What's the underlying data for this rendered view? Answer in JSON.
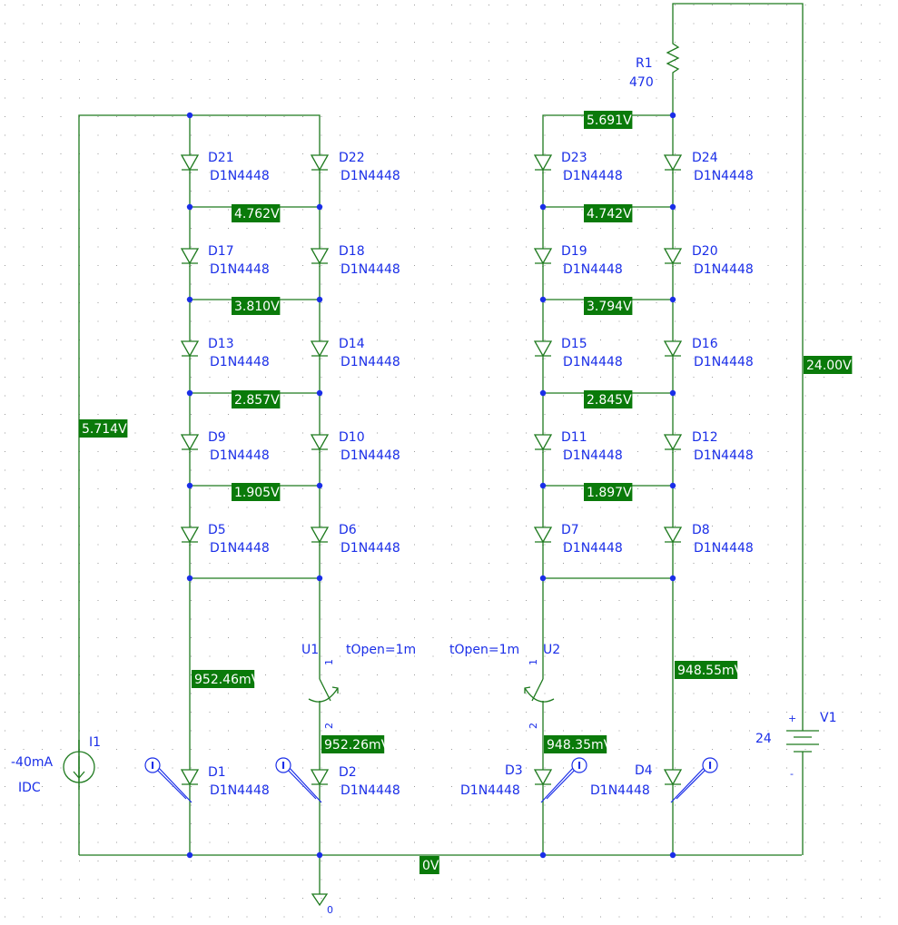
{
  "colors": {
    "wire": "#1e7a1e",
    "label": "#1a2ee8",
    "voltage_bg": "#0a7a0a",
    "dot": "#1a2ee8",
    "grid_dot": "#9a9a9a"
  },
  "diodes": [
    {
      "name": "D21",
      "model": "D1N4448"
    },
    {
      "name": "D22",
      "model": "D1N4448"
    },
    {
      "name": "D17",
      "model": "D1N4448"
    },
    {
      "name": "D18",
      "model": "D1N4448"
    },
    {
      "name": "D13",
      "model": "D1N4448"
    },
    {
      "name": "D14",
      "model": "D1N4448"
    },
    {
      "name": "D9",
      "model": "D1N4448"
    },
    {
      "name": "D10",
      "model": "D1N4448"
    },
    {
      "name": "D5",
      "model": "D1N4448"
    },
    {
      "name": "D6",
      "model": "D1N4448"
    },
    {
      "name": "D23",
      "model": "D1N4448"
    },
    {
      "name": "D24",
      "model": "D1N4448"
    },
    {
      "name": "D19",
      "model": "D1N4448"
    },
    {
      "name": "D20",
      "model": "D1N4448"
    },
    {
      "name": "D15",
      "model": "D1N4448"
    },
    {
      "name": "D16",
      "model": "D1N4448"
    },
    {
      "name": "D11",
      "model": "D1N4448"
    },
    {
      "name": "D12",
      "model": "D1N4448"
    },
    {
      "name": "D7",
      "model": "D1N4448"
    },
    {
      "name": "D8",
      "model": "D1N4448"
    },
    {
      "name": "D1",
      "model": "D1N4448"
    },
    {
      "name": "D2",
      "model": "D1N4448"
    },
    {
      "name": "D3",
      "model": "D1N4448"
    },
    {
      "name": "D4",
      "model": "D1N4448"
    }
  ],
  "voltages": [
    "4.762V",
    "3.810V",
    "2.857V",
    "1.905V",
    "5.691V",
    "4.742V",
    "3.794V",
    "2.845V",
    "1.897V",
    "5.714V",
    "24.00V",
    "952.46mV",
    "952.26mV",
    "948.35mV",
    "948.55mV",
    "0V"
  ],
  "components": {
    "r1": {
      "name": "R1",
      "value": "470"
    },
    "i1": {
      "name": "I1",
      "value": "-40mA",
      "type": "IDC"
    },
    "v1": {
      "name": "V1",
      "value": "24",
      "plus": "+",
      "minus": "-"
    },
    "u1": {
      "name": "U1",
      "param": "tOpen=1m",
      "pin1": "1",
      "pin2": "2"
    },
    "u2": {
      "name": "U2",
      "param": "tOpen=1m",
      "pin1": "1",
      "pin2": "2"
    },
    "ground": {
      "label": "0"
    },
    "probe_symbol": "I"
  }
}
